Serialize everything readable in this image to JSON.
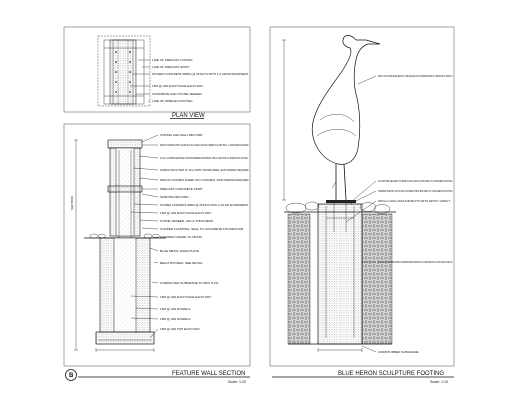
{
  "drawing": {
    "plan_view": {
      "title": "PLAN VIEW",
      "notes": [
        "LINE OF PRECAST COPING",
        "LINE OF PRECAST SKIRT",
        "POURED CONCRETE 30MPa @ 28 DAYS WITH F-4 AIR ENTRAINMENT",
        "15M @ 400 EACH FACE EACH WAY",
        "CONCRETE AND STONE VENEER",
        "LINE OF SPREAD FOOTING"
      ]
    },
    "feature_wall": {
      "title": "FEATURE WALL SECTION",
      "scale": "Scale: 1:20",
      "section_mark": "B",
      "side_label": "SECTION",
      "notes": [
        "COPING AND WALL BEYOND",
        "PRECAST CONCRETE COPING, SECURE WITH 16mm DOWELS AND GROUT (EMBED 75mm) SEPT 450 C.L.C. SHOP DRAWINGS REQUIRED",
        "0.16mm COPPER FERROSE VAPOUR BARRIER EXTENDING 150mm BEYOND & CONNECTING AT WALL",
        "SANDBLASTED LETTERS 75 x 20mm DEPTH, PAINTED GREEN. SHOP DRAWINGS REQUIRED",
        "PRECAST CONCRETE VENEER, 65mm THICKNESS, SHOP DRAWINGS REQUIRED",
        "PRECAST CONCRETE SKIRT",
        "SKIRTING BEYOND",
        "POURED CONCRETE 30MPa @ 28 DAYS WITH F-4% AIR ENTRAINMENT",
        "15M @ 400 EACH FACE EACH WAY",
        "STONE VENEER, 40mm THICKNESS",
        "COPPER FLASHING, SEAL TO CONCRETE FOUNDATION",
        "FINISHED GRADE TO DRAIN",
        "BLUE METAL WAVE PLATE",
        "BEACHSTONES, SEE DETAIL",
        "COMPACTED SUBGRADE TO 98% S.P.D.",
        "15M @ 400 EACH FACE EACH WAY",
        "15M @ 400 DOWELS",
        "15M @ 400 DOWELS",
        "15M @ 400 TOP EACH WAY"
      ]
    },
    "heron": {
      "title": "BLUE HERON SCULPTURE FOOTING",
      "scale": "Scale: 1:10",
      "notes": [
        "METAL SCULPTURE BLUE HERON TO BE DETAILED AND COMMISSIONED IN A SEPARATE CONTRACT",
        "SCULPTURE WELDED TO BASE PLATE WHICH IS BOLTED TO CONCRETE FOOTING",
        "TAMPER PROOF NUTS AND CONNECTORS BOLTED TO CONCRETE FOOTING",
        "300mm LONG ANCHOR BOLTS WITH EPOXY GROUT",
        "400mm DIA. SONOTUBE 35MPa CONCRETE REINFORCED WITH 4-15M VERTICALS & 10M TIES AT THE TOP",
        "UNDISTURBED SUBGRADE"
      ]
    }
  }
}
